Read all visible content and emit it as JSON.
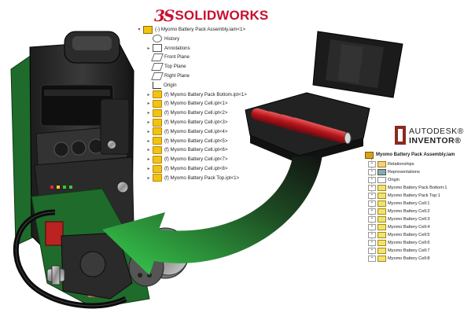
{
  "solidworks": {
    "logo_mark": "3S",
    "logo_text": "SOLIDWORKS",
    "tree": [
      {
        "label": "(-) Myomo Battery Pack Assembly.iam<1>",
        "kind": "asm",
        "expand": "▾"
      },
      {
        "label": "History",
        "kind": "hist",
        "expand": ""
      },
      {
        "label": "Annotations",
        "kind": "folder-a",
        "expand": "▸"
      },
      {
        "label": "Front Plane",
        "kind": "plane",
        "expand": ""
      },
      {
        "label": "Top Plane",
        "kind": "plane",
        "expand": ""
      },
      {
        "label": "Right Plane",
        "kind": "plane",
        "expand": ""
      },
      {
        "label": "Origin",
        "kind": "origin",
        "expand": ""
      },
      {
        "label": "(f) Myomo Battery Pack Bottom.ipt<1>",
        "kind": "part",
        "expand": "▸"
      },
      {
        "label": "(f) Myomo Battery Cell.ipt<1>",
        "kind": "part",
        "expand": "▸"
      },
      {
        "label": "(f) Myomo Battery Cell.ipt<2>",
        "kind": "part",
        "expand": "▸"
      },
      {
        "label": "(f) Myomo Battery Cell.ipt<3>",
        "kind": "part",
        "expand": "▸"
      },
      {
        "label": "(f) Myomo Battery Cell.ipt<4>",
        "kind": "part",
        "expand": "▸"
      },
      {
        "label": "(f) Myomo Battery Cell.ipt<5>",
        "kind": "part",
        "expand": "▸"
      },
      {
        "label": "(f) Myomo Battery Cell.ipt<6>",
        "kind": "part",
        "expand": "▸"
      },
      {
        "label": "(f) Myomo Battery Cell.ipt<7>",
        "kind": "part",
        "expand": "▸"
      },
      {
        "label": "(f) Myomo Battery Cell.ipt<8>",
        "kind": "part",
        "expand": "▸"
      },
      {
        "label": "(f) Myomo Battery Pack Top.ipt<1>",
        "kind": "part",
        "expand": "▸"
      }
    ]
  },
  "inventor": {
    "logo_line1": "AUTODESK®",
    "logo_line2": "INVENTOR®",
    "title": "Myomo Battery Pack Assembly.iam",
    "tree": [
      {
        "label": "Relationships",
        "kind": "fold"
      },
      {
        "label": "Representations",
        "kind": "rep"
      },
      {
        "label": "Origin",
        "kind": "org"
      },
      {
        "label": "Myomo Battery Pack Bottom:1",
        "kind": "cell"
      },
      {
        "label": "Myomo Battery Pack Top:1",
        "kind": "cell"
      },
      {
        "label": "Myomo Battery Cell:1",
        "kind": "cell"
      },
      {
        "label": "Myomo Battery Cell:2",
        "kind": "cell"
      },
      {
        "label": "Myomo Battery Cell:3",
        "kind": "cell"
      },
      {
        "label": "Myomo Battery Cell:4",
        "kind": "cell"
      },
      {
        "label": "Myomo Battery Cell:5",
        "kind": "cell"
      },
      {
        "label": "Myomo Battery Cell:6",
        "kind": "cell"
      },
      {
        "label": "Myomo Battery Cell:7",
        "kind": "cell"
      },
      {
        "label": "Myomo Battery Cell:8",
        "kind": "cell"
      }
    ]
  },
  "colors": {
    "solidworks_red": "#c8102e",
    "autodesk_mark": "#8a2b1e",
    "arrow_green": "#2fb84a",
    "arrow_black": "#111111",
    "battery_red": "#b8161c"
  }
}
